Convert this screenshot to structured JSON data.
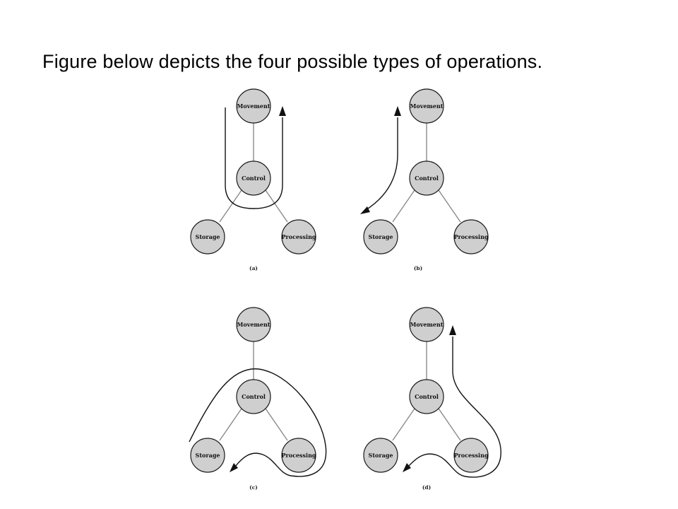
{
  "slide": {
    "title": "Figure below depicts the four possible types of operations."
  },
  "nodes": {
    "movement": "Movement",
    "control": "Control",
    "storage": "Storage",
    "processing": "Processing"
  },
  "panels": [
    {
      "id": "a",
      "caption": "(a)"
    },
    {
      "id": "b",
      "caption": "(b)"
    },
    {
      "id": "c",
      "caption": "(c)"
    },
    {
      "id": "d",
      "caption": "(d)"
    }
  ],
  "colors": {
    "node_fill": "#cfcfcf",
    "node_stroke": "#1a1a1a",
    "edge": "#8a8a8a",
    "flow": "#111111"
  }
}
